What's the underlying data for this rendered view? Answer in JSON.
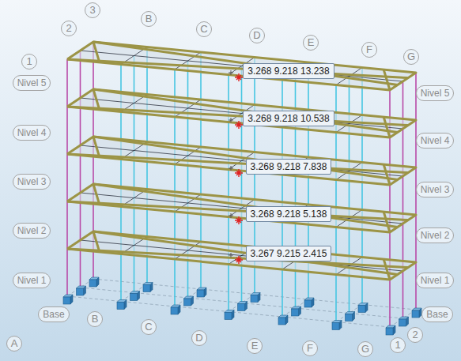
{
  "diagram": {
    "nodes": [
      {
        "text": [
          "1"
        ]
      },
      {
        "text": [
          "2"
        ]
      },
      {
        "text": [
          "3"
        ]
      },
      {
        "text": [
          "B"
        ]
      },
      {
        "text": [
          "C"
        ]
      },
      {
        "text": [
          "D"
        ]
      },
      {
        "text": [
          "E"
        ]
      },
      {
        "text": [
          "F"
        ]
      },
      {
        "text": [
          "G"
        ]
      },
      {
        "text": [
          "Nivel 5"
        ]
      },
      {
        "text": [
          "3.268 9.218 13.238"
        ]
      },
      {
        "text": [
          "Nivel 5"
        ]
      },
      {
        "text": [
          "Nivel 4"
        ]
      },
      {
        "text": [
          "3.268 9.218 10.538"
        ]
      },
      {
        "text": [
          "Nivel 4"
        ]
      },
      {
        "text": [
          "Nivel 3"
        ]
      },
      {
        "text": [
          "3.268 9.218 7.838"
        ]
      },
      {
        "text": [
          "Nivel 3"
        ]
      },
      {
        "text": [
          "Nivel 2"
        ]
      },
      {
        "text": [
          "3.268 9.218 5.138"
        ]
      },
      {
        "text": [
          "Nivel 2"
        ]
      },
      {
        "text": [
          "Nivel 1"
        ]
      },
      {
        "text": [
          "3.267 9.215 2.415"
        ]
      },
      {
        "text": [
          "Nivel 1"
        ]
      },
      {
        "text": [
          "Base"
        ]
      },
      {
        "text": [
          "Base"
        ]
      },
      {
        "text": [
          "A"
        ]
      },
      {
        "text": [
          "B"
        ]
      },
      {
        "text": [
          "C"
        ]
      },
      {
        "text": [
          "D"
        ]
      },
      {
        "text": [
          "E"
        ]
      },
      {
        "text": [
          "F"
        ]
      },
      {
        "text": [
          "G"
        ]
      },
      {
        "text": [
          "1"
        ]
      },
      {
        "text": [
          "2"
        ]
      }
    ]
  }
}
